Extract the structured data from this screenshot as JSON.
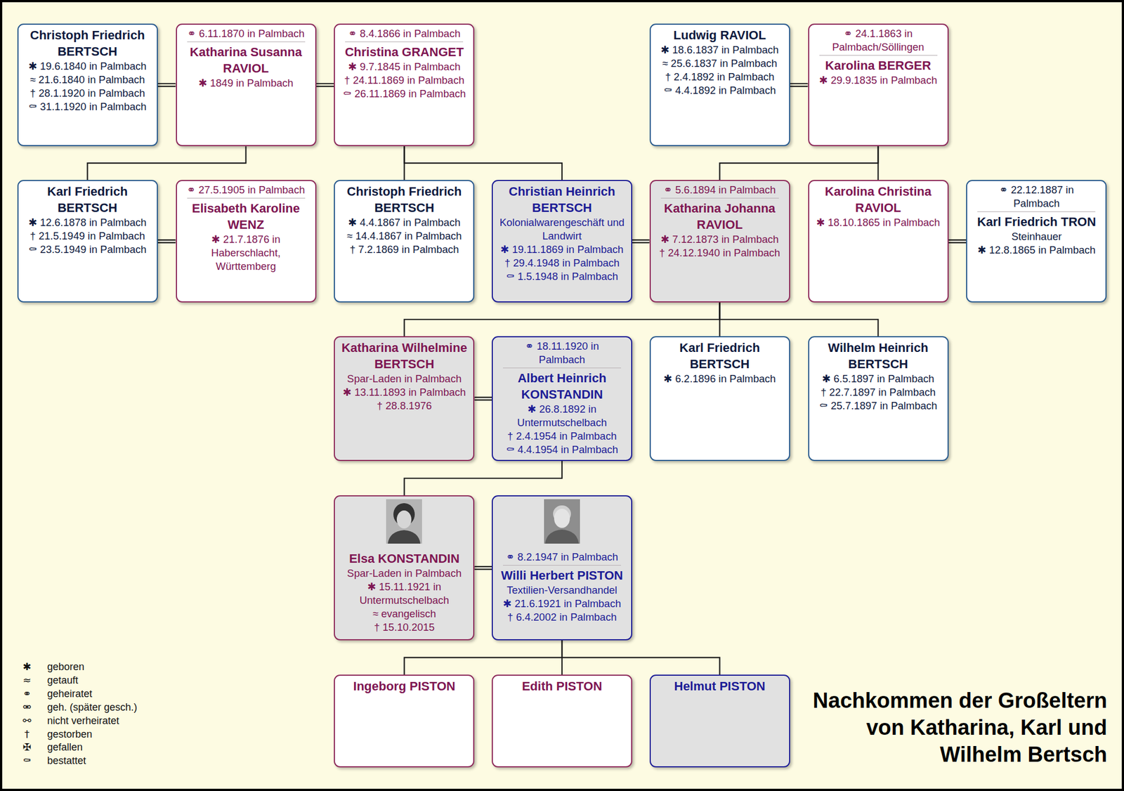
{
  "diagram": {
    "title": "Nachkommen der Großeltern von Katharina, Karl und Wilhelm Bertsch",
    "nodes": [
      {
        "text": [
          "Christoph Friedrich BERTSCH",
          "✱ 19.6.1840 in Palmbach",
          "≈ 21.6.1840 in Palmbach",
          "† 28.1.1920 in Palmbach",
          "⚰ 31.1.1920 in Palmbach"
        ]
      },
      {
        "text": [
          "⚭ 6.11.1870 in Palmbach",
          "Katharina Susanna RAVIOL",
          "✱ 1849 in Palmbach"
        ]
      },
      {
        "text": [
          "⚭ 8.4.1866 in Palmbach",
          "Christina GRANGET",
          "✱ 9.7.1845 in Palmbach",
          "† 24.11.1869 in Palmbach",
          "⚰ 26.11.1869 in Palmbach"
        ]
      },
      {
        "text": [
          "Ludwig RAVIOL",
          "✱ 18.6.1837 in Palmbach",
          "≈ 25.6.1837 in Palmbach",
          "† 2.4.1892 in Palmbach",
          "⚰ 4.4.1892 in Palmbach"
        ]
      },
      {
        "text": [
          "⚭ 24.1.1863 in Palmbach/Söllingen",
          "Karolina BERGER",
          "✱ 29.9.1835 in Palmbach"
        ]
      },
      {
        "text": [
          "Karl Friedrich BERTSCH",
          "✱ 12.6.1878 in Palmbach",
          "† 21.5.1949 in Palmbach",
          "⚰ 23.5.1949 in Palmbach"
        ]
      },
      {
        "text": [
          "⚭ 27.5.1905 in Palmbach",
          "Elisabeth Karoline WENZ",
          "✱ 21.7.1876 in Haberschlacht, Württemberg"
        ]
      },
      {
        "text": [
          "Christoph Friedrich BERTSCH",
          "✱ 4.4.1867 in Palmbach",
          "≈ 14.4.1867 in Palmbach",
          "† 7.2.1869 in Palmbach"
        ]
      },
      {
        "text": [
          "Christian Heinrich BERTSCH",
          "Kolonialwarengeschäft und Landwirt",
          "✱ 19.11.1869 in Palmbach",
          "† 29.4.1948 in Palmbach",
          "⚰ 1.5.1948 in Palmbach"
        ]
      },
      {
        "text": [
          "⚭ 5.6.1894 in Palmbach",
          "Katharina Johanna RAVIOL",
          "✱ 7.12.1873 in Palmbach",
          "† 24.12.1940 in Palmbach"
        ]
      },
      {
        "text": [
          "Karolina Christina RAVIOL",
          "✱ 18.10.1865 in Palmbach"
        ]
      },
      {
        "text": [
          "⚭ 22.12.1887 in Palmbach",
          "Karl Friedrich TRON",
          "Steinhauer",
          "✱ 12.8.1865 in Palmbach"
        ]
      },
      {
        "text": [
          "Katharina Wilhelmine BERTSCH",
          "Spar-Laden in Palmbach",
          "✱ 13.11.1893 in Palmbach",
          "† 28.8.1976"
        ]
      },
      {
        "text": [
          "⚭ 18.11.1920 in Palmbach",
          "Albert Heinrich KONSTANDIN",
          "✱ 26.8.1892 in Untermutschelbach",
          "† 2.4.1954 in Palmbach",
          "⚰ 4.4.1954 in Palmbach"
        ]
      },
      {
        "text": [
          "Karl Friedrich BERTSCH",
          "✱ 6.2.1896 in Palmbach"
        ]
      },
      {
        "text": [
          "Wilhelm Heinrich BERTSCH",
          "✱ 6.5.1897 in Palmbach",
          "† 22.7.1897 in Palmbach",
          "⚰ 25.7.1897 in Palmbach"
        ]
      },
      {
        "text": [
          "Elsa KONSTANDIN",
          "Spar-Laden in Palmbach",
          "✱ 15.11.1921 in Untermutschelbach",
          "≈ evangelisch",
          "† 15.10.2015"
        ]
      },
      {
        "text": [
          "⚭ 8.2.1947 in Palmbach",
          "Willi Herbert PISTON",
          "Textilien-Versandhandel",
          "✱ 21.6.1921 in Palmbach",
          "† 6.4.2002 in Palmbach"
        ]
      },
      {
        "text": [
          "Ingeborg PISTON"
        ]
      },
      {
        "text": [
          "Edith PISTON"
        ]
      },
      {
        "text": [
          "Helmut PISTON"
        ]
      }
    ],
    "edges": [
      {
        "from": 0,
        "to": 1,
        "arrow": "none"
      },
      {
        "from": 1,
        "to": 2,
        "arrow": "none"
      },
      {
        "from": 3,
        "to": 4,
        "arrow": "none"
      },
      {
        "from": 5,
        "to": 6,
        "arrow": "none"
      },
      {
        "from": 8,
        "to": 9,
        "arrow": "none"
      },
      {
        "from": 10,
        "to": 11,
        "arrow": "none"
      },
      {
        "from": 12,
        "to": 13,
        "arrow": "none"
      },
      {
        "from": 16,
        "to": 17,
        "arrow": "none"
      },
      {
        "from": 1,
        "to": 5,
        "arrow": "none"
      },
      {
        "from": 2,
        "to": 7,
        "arrow": "none"
      },
      {
        "from": 2,
        "to": 8,
        "arrow": "none"
      },
      {
        "from": 4,
        "to": 9,
        "arrow": "none"
      },
      {
        "from": 4,
        "to": 10,
        "arrow": "none"
      },
      {
        "from": 9,
        "to": 12,
        "arrow": "none"
      },
      {
        "from": 9,
        "to": 14,
        "arrow": "none"
      },
      {
        "from": 9,
        "to": 15,
        "arrow": "none"
      },
      {
        "from": 13,
        "to": 16,
        "arrow": "none"
      },
      {
        "from": 17,
        "to": 18,
        "arrow": "none"
      },
      {
        "from": 17,
        "to": 19,
        "arrow": "none"
      },
      {
        "from": 17,
        "to": 20,
        "arrow": "none"
      }
    ],
    "labels": [
      "✱",
      "≈",
      "⚭",
      "⚮",
      "⚯",
      "†",
      "✠",
      "⚰"
    ],
    "legend": [
      {
        "text": "geboren"
      },
      {
        "text": "getauft"
      },
      {
        "text": "geheiratet"
      },
      {
        "text": "geh. (später gesch.)"
      },
      {
        "text": "nicht verheiratet"
      },
      {
        "text": "gestorben"
      },
      {
        "text": "gefallen"
      },
      {
        "text": "bestattet"
      }
    ]
  }
}
